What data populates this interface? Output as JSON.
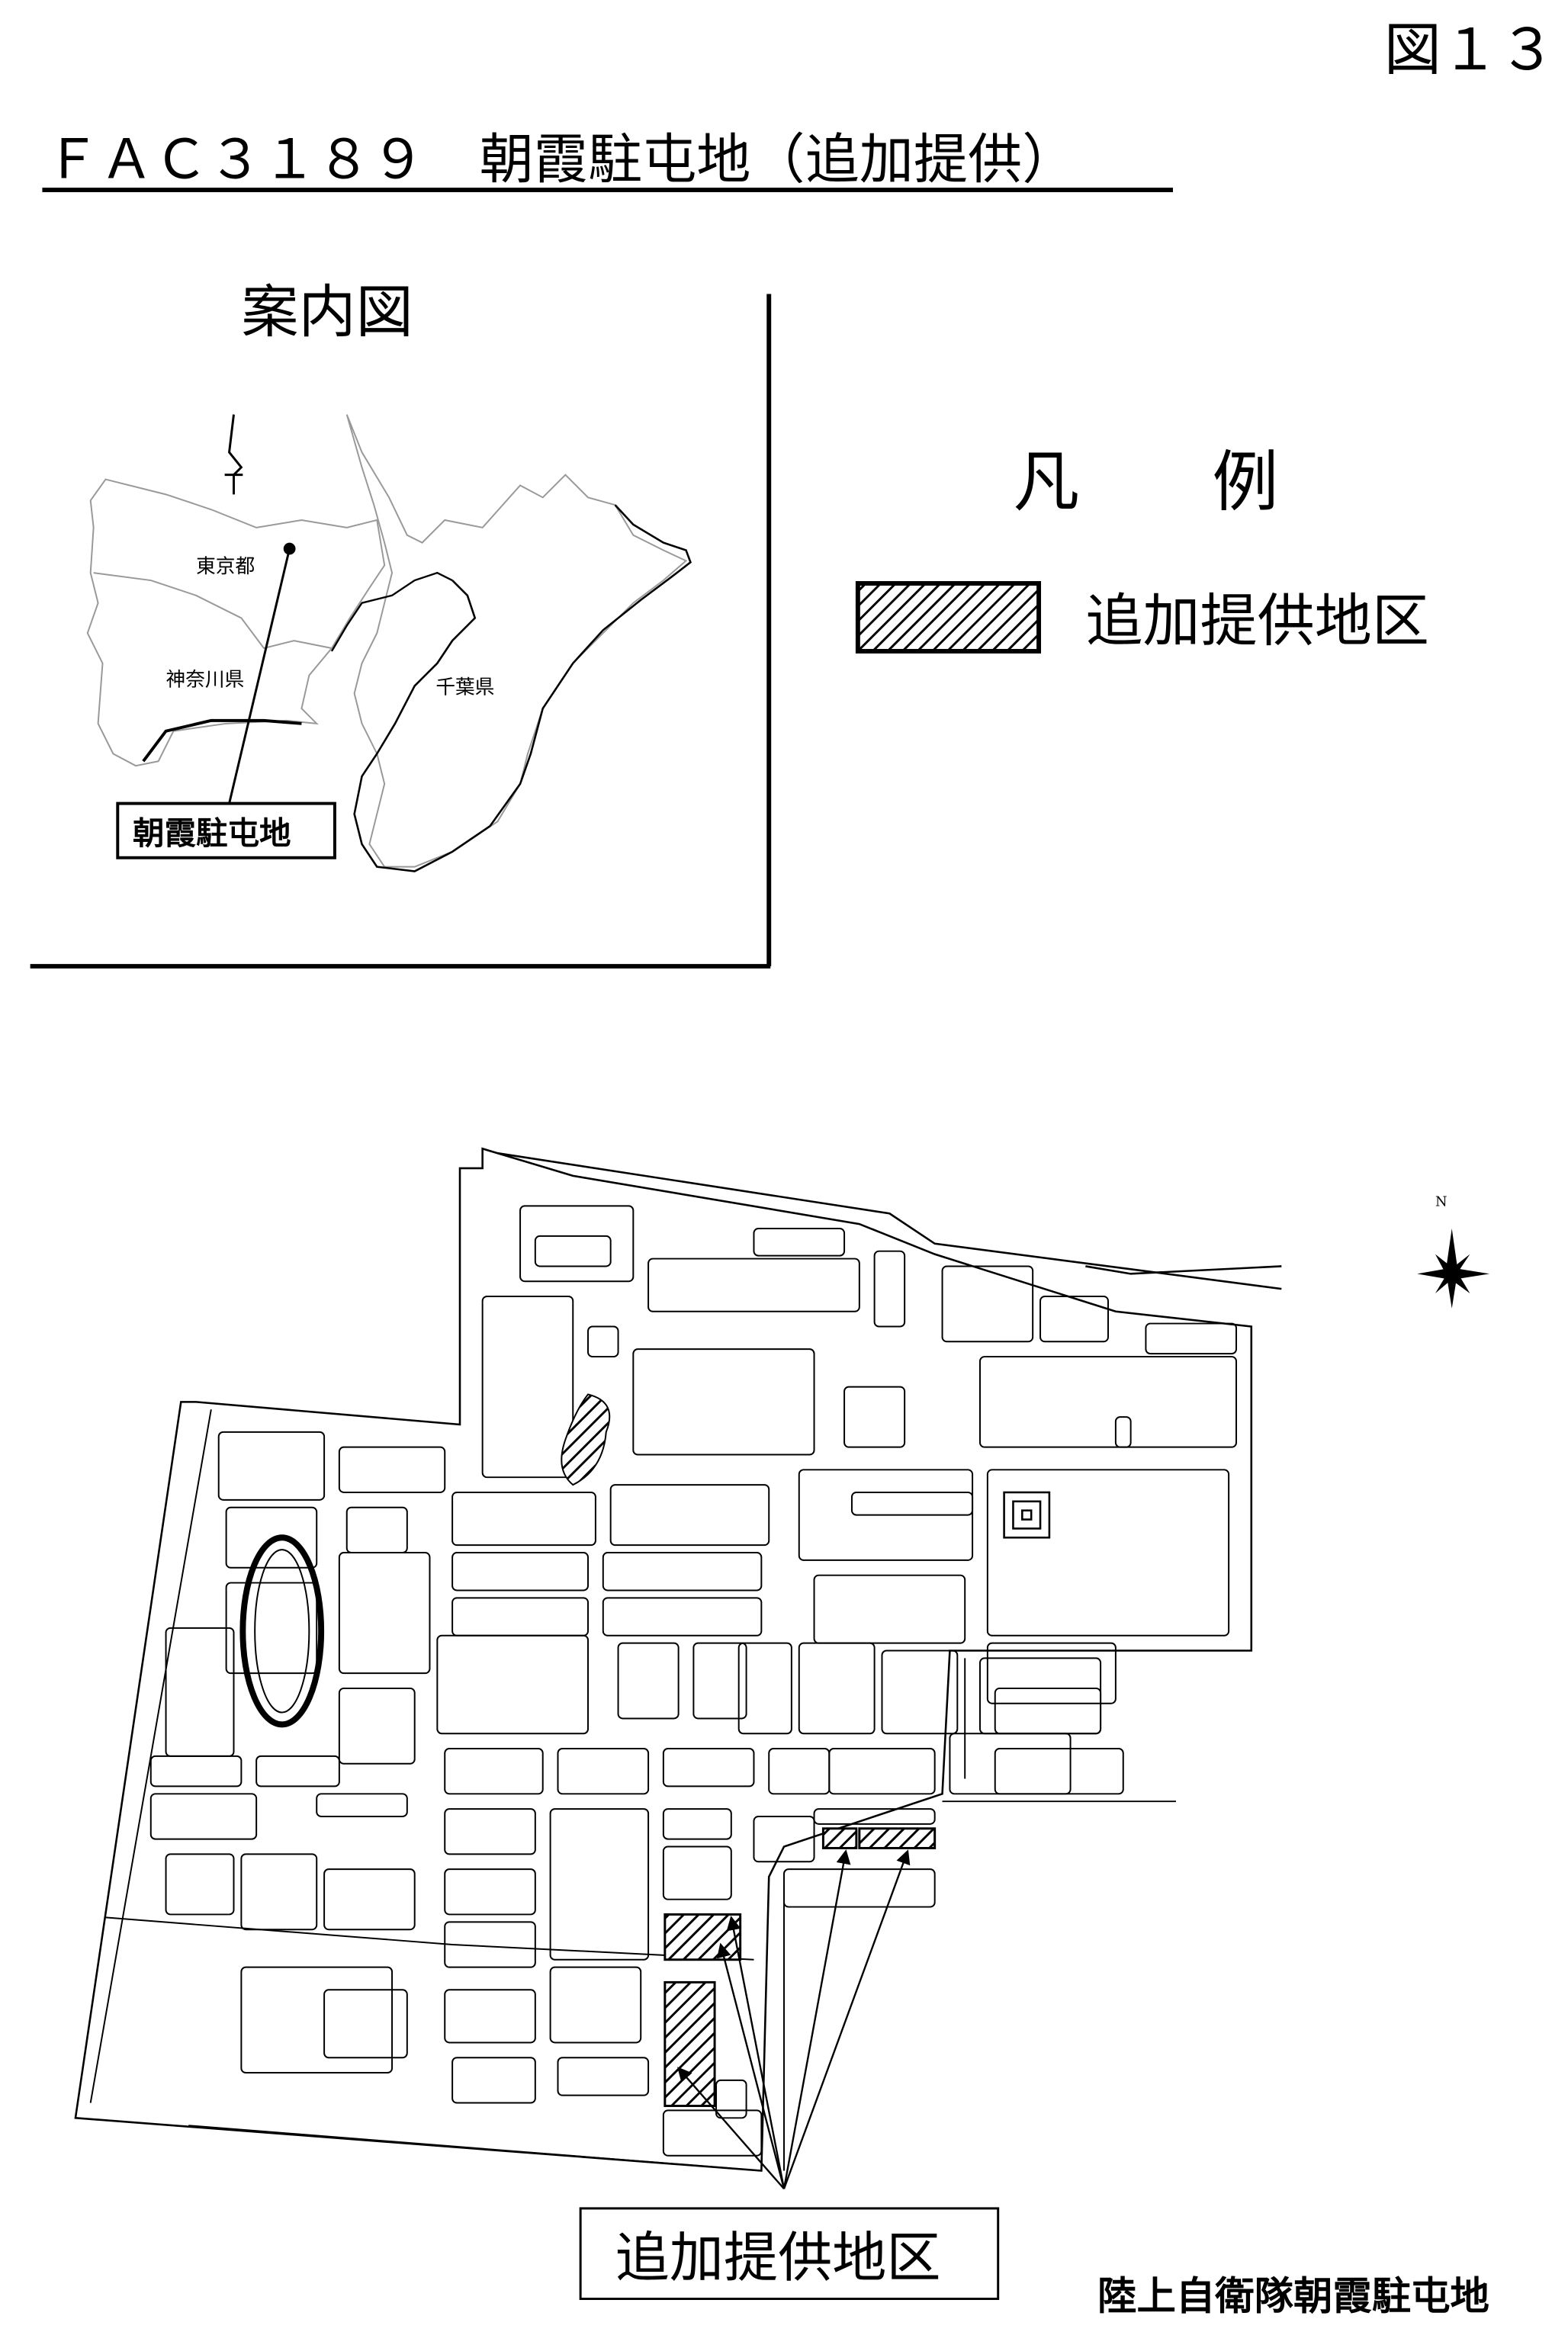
{
  "figure_number": "図１３",
  "title": "ＦＡＣ３１８９　朝霞駐屯地（追加提供）",
  "location_map": {
    "heading": "案内図",
    "labels": {
      "tokyo": "東京都",
      "kanagawa": "神奈川県",
      "chiba": "千葉県"
    },
    "site_label": "朝霞駐屯地"
  },
  "legend": {
    "heading": "凡　　例",
    "items": [
      {
        "label": "追加提供地区",
        "pattern": "diagonal-hatch"
      }
    ]
  },
  "site_map": {
    "callout_label": "追加提供地区",
    "site_name": "陸上自衛隊朝霞駐屯地",
    "north_label": "N"
  },
  "colors": {
    "ink": "#000000",
    "background": "#ffffff"
  }
}
